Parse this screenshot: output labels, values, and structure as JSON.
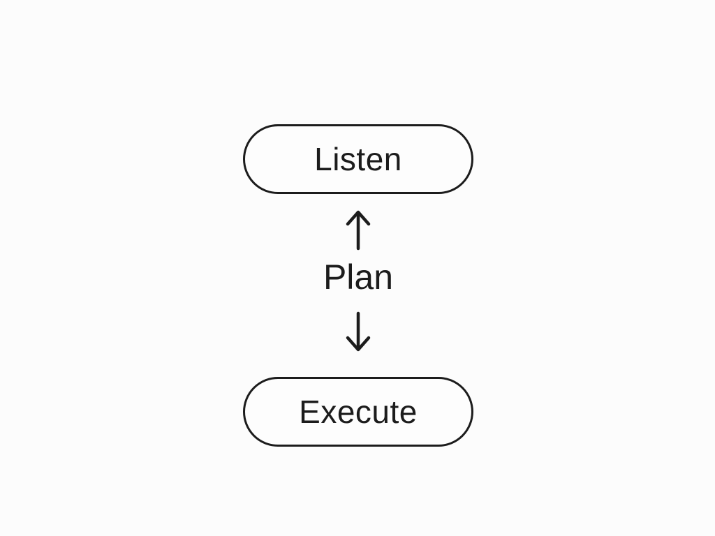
{
  "diagram": {
    "title": "listen-plan-execute-loop",
    "top_node": {
      "label": "Listen"
    },
    "center_label": "Plan",
    "bottom_node": {
      "label": "Execute"
    },
    "arrows": [
      {
        "name": "arrow-up",
        "direction": "up",
        "from": "Plan",
        "to": "Listen"
      },
      {
        "name": "arrow-down",
        "direction": "down",
        "from": "Plan",
        "to": "Execute"
      }
    ],
    "colors": {
      "background": "#fcfcfc",
      "node_border": "#1c1c1c",
      "text": "#1c1c1c"
    }
  }
}
